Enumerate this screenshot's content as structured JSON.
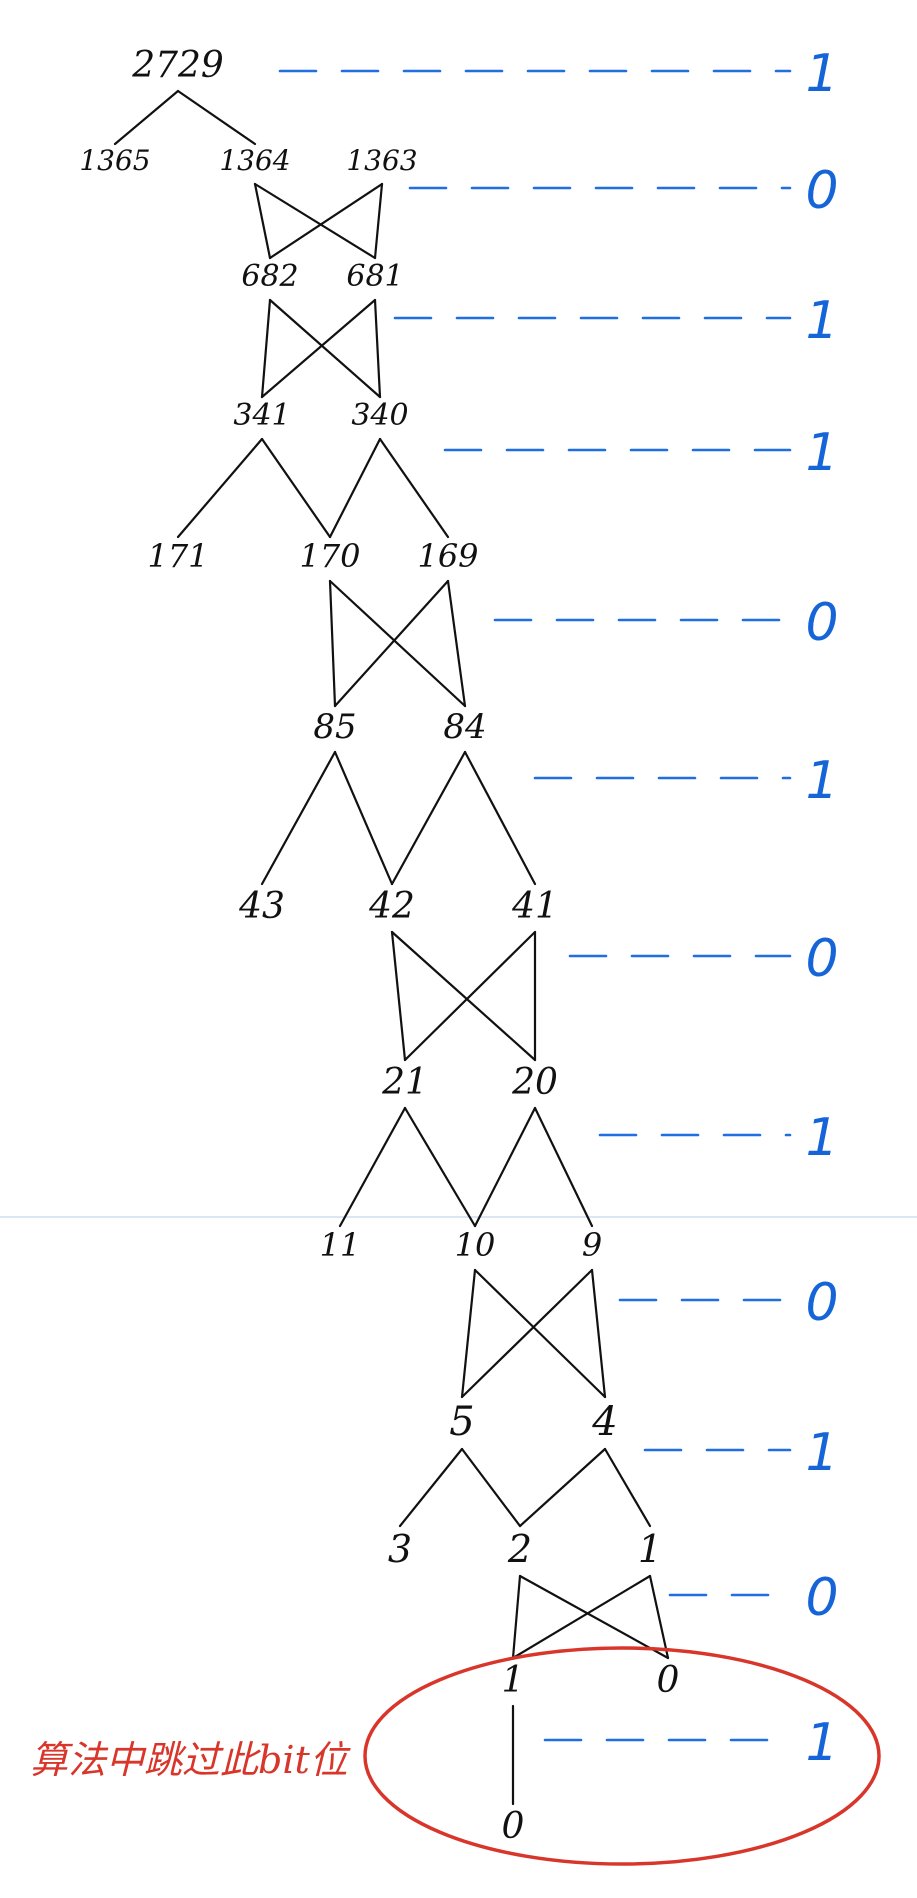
{
  "tree": {
    "levels": [
      [
        "2729"
      ],
      [
        "1365",
        "1364",
        "1363"
      ],
      [
        "682",
        "681"
      ],
      [
        "341",
        "340"
      ],
      [
        "171",
        "170",
        "169"
      ],
      [
        "85",
        "84"
      ],
      [
        "43",
        "42",
        "41"
      ],
      [
        "21",
        "20"
      ],
      [
        "11",
        "10",
        "9"
      ],
      [
        "5",
        "4"
      ],
      [
        "3",
        "2",
        "1"
      ],
      [
        "1",
        "0"
      ],
      [
        "0"
      ]
    ],
    "bits": [
      "1",
      "0",
      "1",
      "1",
      "0",
      "1",
      "0",
      "1",
      "0",
      "1",
      "0",
      "1"
    ]
  },
  "annotation": {
    "note": "算法中跳过此bit位"
  },
  "colors": {
    "ink": "#111111",
    "bit_blue": "#1f6fe0",
    "highlight_red": "#d9362b",
    "separator": "#b9cbe6"
  }
}
